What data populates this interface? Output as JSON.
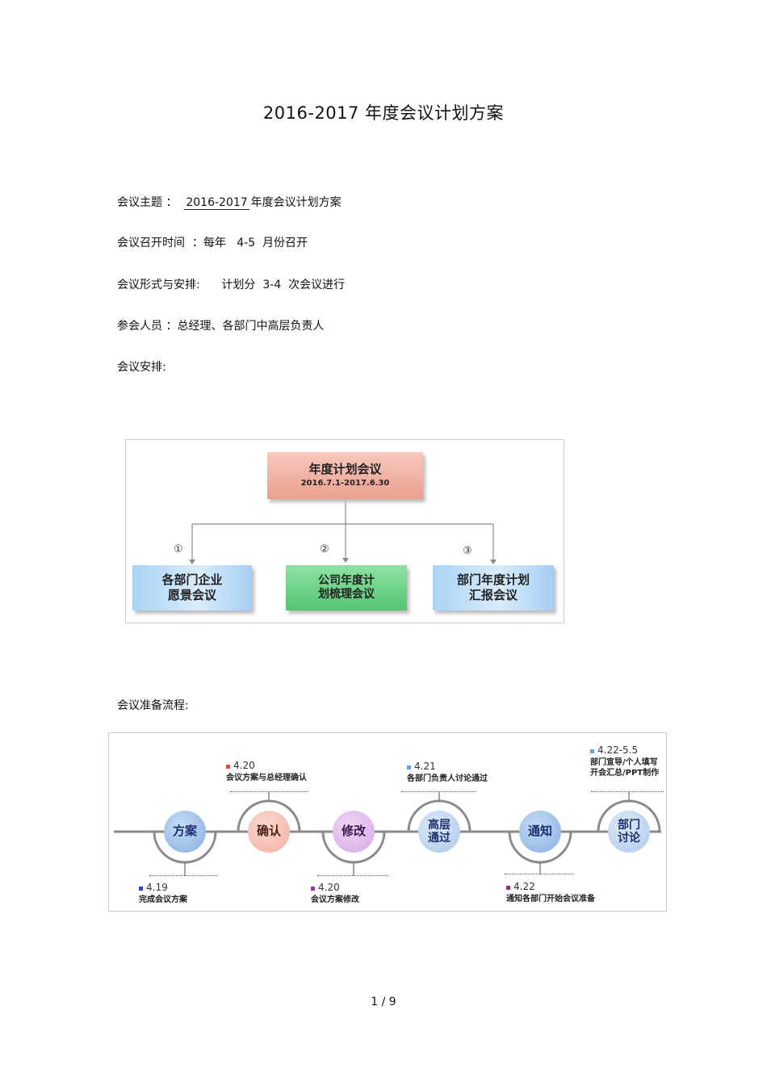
{
  "doc": {
    "title": "2016-2017 年度会议计划方案",
    "theme_label": "会议主题 ：",
    "theme_value": "2016-2017",
    "theme_suffix": "年度会议计划方案",
    "time": "会议召开时间  ：每年   4-5  月份召开",
    "format": "会议形式与安排:      计划分  3-4  次会议进行",
    "attendees": "参会人员 ：总经理、各部门中高层负责人",
    "arrangement": "会议安排:",
    "prep_flow": "会议准备流程:",
    "page": "1  /  9"
  },
  "org_chart": {
    "top": {
      "title": "年度计划会议",
      "date": "2016.7.1-2017.6.30"
    },
    "branches": [
      {
        "num": "①",
        "line1": "各部门企业",
        "line2": "愿景会议",
        "color": "#a9d3f6"
      },
      {
        "num": "②",
        "line1": "公司年度计",
        "line2": "划梳理会议",
        "color": "#53c470"
      },
      {
        "num": "③",
        "line1": "部门年度计划",
        "line2": "汇报会议",
        "color": "#a9d3f6"
      }
    ]
  },
  "flow": {
    "steps": [
      {
        "line1": "方案",
        "line2": "",
        "color": "#86aee3"
      },
      {
        "line1": "确认",
        "line2": "",
        "color": "#f3aea0"
      },
      {
        "line1": "修改",
        "line2": "",
        "color": "#d7a8e6"
      },
      {
        "line1": "高层",
        "line2": "通过",
        "color": "#a9c8ea"
      },
      {
        "line1": "通知",
        "line2": "",
        "color": "#86aee3"
      },
      {
        "line1": "部门",
        "line2": "讨论",
        "color": "#a9c8ea"
      }
    ],
    "notes": [
      {
        "date": "4.19",
        "text": "完成会议方案",
        "color": "#2f3fcf"
      },
      {
        "date": "4.20",
        "text": "会议方案与总经理确认",
        "color": "#e04a4a"
      },
      {
        "date": "4.20",
        "text": "会议方案修改",
        "color": "#9b2fb0"
      },
      {
        "date": "4.21",
        "text": "各部门负责人讨论通过",
        "color": "#6aa0d8"
      },
      {
        "date": "4.22",
        "text": "通知各部门开始会议准备",
        "color": "#a0278c"
      },
      {
        "date": "4.22-5.5",
        "text": "部门宣导/个人填写",
        "text2": "开会汇总/PPT制作",
        "color": "#6aa0d8"
      }
    ]
  }
}
